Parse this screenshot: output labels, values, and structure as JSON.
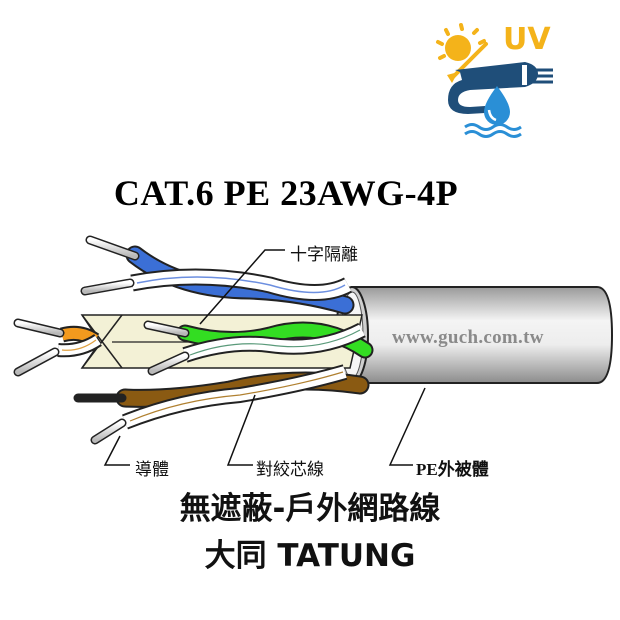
{
  "badge": {
    "uv_label": "UV",
    "icon": "uv-waterproof-cable-icon",
    "colors": {
      "sun": "#f4b31a",
      "cable": "#1f4e79",
      "water": "#2a8fd6"
    }
  },
  "title": "CAT.6 PE 23AWG-4P",
  "diagram": {
    "labels": {
      "cross_separator": "十字隔離",
      "conductor": "導體",
      "twisted_pair": "對絞芯線",
      "pe_jacket": "PE外被體"
    },
    "jacket_text": "www.guch.com.tw",
    "pair_colors": {
      "blue": "#3b6fd6",
      "orange": "#f39a1e",
      "green": "#33dd22",
      "brown": "#8a5a12",
      "jacket": "#d6d6d6",
      "separator": "#f3f1d6"
    }
  },
  "subtitle": {
    "line1": "無遮蔽-戶外網路線",
    "line2": "大同 TATUNG"
  }
}
